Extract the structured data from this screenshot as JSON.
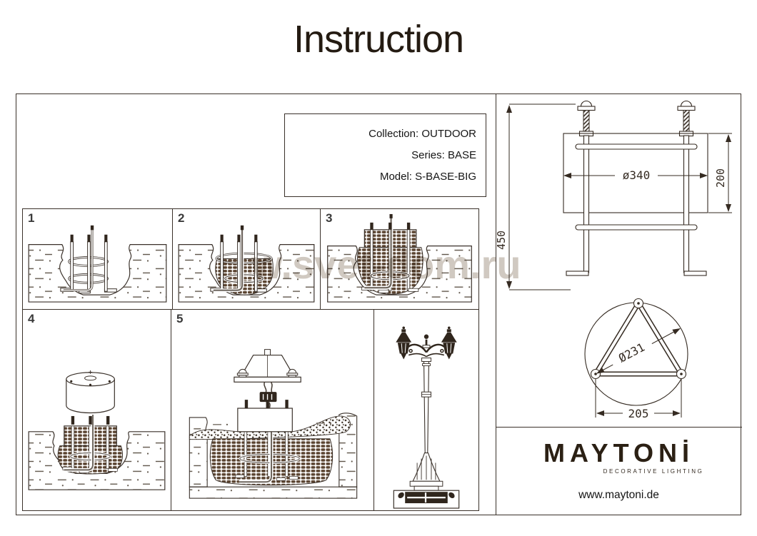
{
  "title": "Instruction",
  "info_box": {
    "lines": [
      "Collection: OUTDOOR",
      "Series: BASE",
      "Model: S-BASE-BIG"
    ]
  },
  "steps": {
    "n1": "1",
    "n2": "2",
    "n3": "3",
    "n4": "4",
    "n5": "5"
  },
  "dimensions": {
    "height_overall": "450",
    "plate_diameter": "ø340",
    "plate_height": "200",
    "bolt_circle": "Ø231",
    "bolt_spacing": "205"
  },
  "watermark": "w.svet-dom.ru",
  "brand": {
    "logo": "MAYTONİ",
    "tagline": "DECORATIVE LIGHTING",
    "website": "www.maytoni.de"
  },
  "colors": {
    "line_art": "#3a312a",
    "concrete": "#5a4330",
    "watermark": "#c8c0b6"
  }
}
